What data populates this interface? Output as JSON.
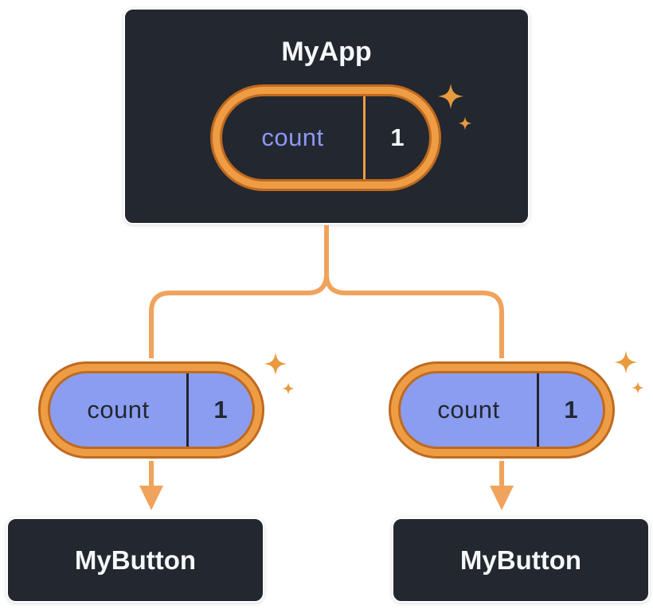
{
  "diagram": {
    "parent": {
      "title": "MyApp",
      "state_pill": {
        "name": "count",
        "value": "1"
      }
    },
    "children": [
      {
        "title": "MyButton",
        "prop_pill": {
          "name": "count",
          "value": "1"
        }
      },
      {
        "title": "MyButton",
        "prop_pill": {
          "name": "count",
          "value": "1"
        }
      }
    ]
  },
  "icons": {
    "sparkle": "four-point-star",
    "arrow": "arrow-down"
  },
  "colors": {
    "page_bg": "#ffffff",
    "box_bg": "#23272f",
    "box_border": "#ffffff",
    "title_text": "#f6f7f9",
    "orange_line": "#f0a35c",
    "orange_ring": "#ee9d45",
    "orange_ring_edge": "#bf6a1f",
    "sparkle": "#e79a3e",
    "pill_dark_bg": "#23272f",
    "pill_dark_text": "#8d97f7",
    "pill_value_light": "#f6f7f9",
    "pill_lavender_bg": "#8b9df1",
    "pill_lavender_text": "#23272f"
  }
}
